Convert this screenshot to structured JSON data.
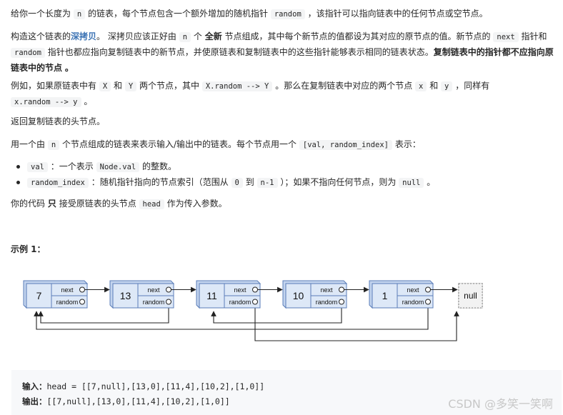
{
  "p1": {
    "t1": "给你一个长度为",
    "c1": "n",
    "t2": "的链表，每个节点包含一个额外增加的随机指针",
    "c2": "random",
    "t3": "，该指针可以指向链表中的任何节点或空节点。"
  },
  "p2": {
    "t1": "构造这个链表的",
    "link": "深拷贝",
    "t2": "。 深拷贝应该正好由",
    "c1": "n",
    "t3": "个",
    "b1": "全新",
    "t4": "节点组成，其中每个新节点的值都设为其对应的原节点的值。新节点的",
    "c2": "next",
    "t5": "指针和",
    "c3": "random",
    "t6": "指针也都应指向复制链表中的新节点，并使原链表和复制链表中的这些指针能够表示相同的链表状态。",
    "b2": "复制链表中的指针都不应指向原链表中的节点",
    "t7": "。"
  },
  "p3": {
    "t1": "例如，如果原链表中有",
    "c1": "X",
    "t2": "和",
    "c2": "Y",
    "t3": "两个节点，其中",
    "c3": "X.random --> Y",
    "t4": "。那么在复制链表中对应的两个节点",
    "c4": "x",
    "t5": "和",
    "c5": "y",
    "t6": "，同样有",
    "c6": "x.random --> y",
    "t7": "。"
  },
  "p4": {
    "t1": "返回复制链表的头节点。"
  },
  "p5": {
    "t1": "用一个由",
    "c1": "n",
    "t2": "个节点组成的链表来表示输入/输出中的链表。每个节点用一个",
    "c2": "[val, random_index]",
    "t3": "表示："
  },
  "bullets": [
    {
      "c1": "val",
      "t1": "：一个表示",
      "c2": "Node.val",
      "t2": "的整数。"
    },
    {
      "c1": "random_index",
      "t1": "：随机指针指向的节点索引（范围从",
      "c2": "0",
      "t2": "到",
      "c3": "n-1",
      "t3": "）；如果不指向任何节点，则为",
      "c4": "null",
      "t4": "。"
    }
  ],
  "p6": {
    "t1": "你的代码",
    "b1": "只",
    "t2": "接受原链表的头节点",
    "c1": "head",
    "t3": "作为传入参数。"
  },
  "example_title": "示例 1：",
  "diagram": {
    "nodes": [
      {
        "val": "7",
        "next_label": "next",
        "random_label": "random"
      },
      {
        "val": "13",
        "next_label": "next",
        "random_label": "random"
      },
      {
        "val": "11",
        "next_label": "next",
        "random_label": "random"
      },
      {
        "val": "10",
        "next_label": "next",
        "random_label": "random"
      },
      {
        "val": "1",
        "next_label": "next",
        "random_label": "random"
      }
    ],
    "null_label": "null",
    "node_fill": "#dde8f7",
    "node_stroke": "#5a7db8",
    "null_fill": "#f2f2f2"
  },
  "io": {
    "input_label": "输入：",
    "input_value": "head = [[7,null],[13,0],[11,4],[10,2],[1,0]]",
    "output_label": "输出：",
    "output_value": "[[7,null],[13,0],[11,4],[10,2],[1,0]]"
  },
  "watermark": "CSDN @多笑一笑啊"
}
